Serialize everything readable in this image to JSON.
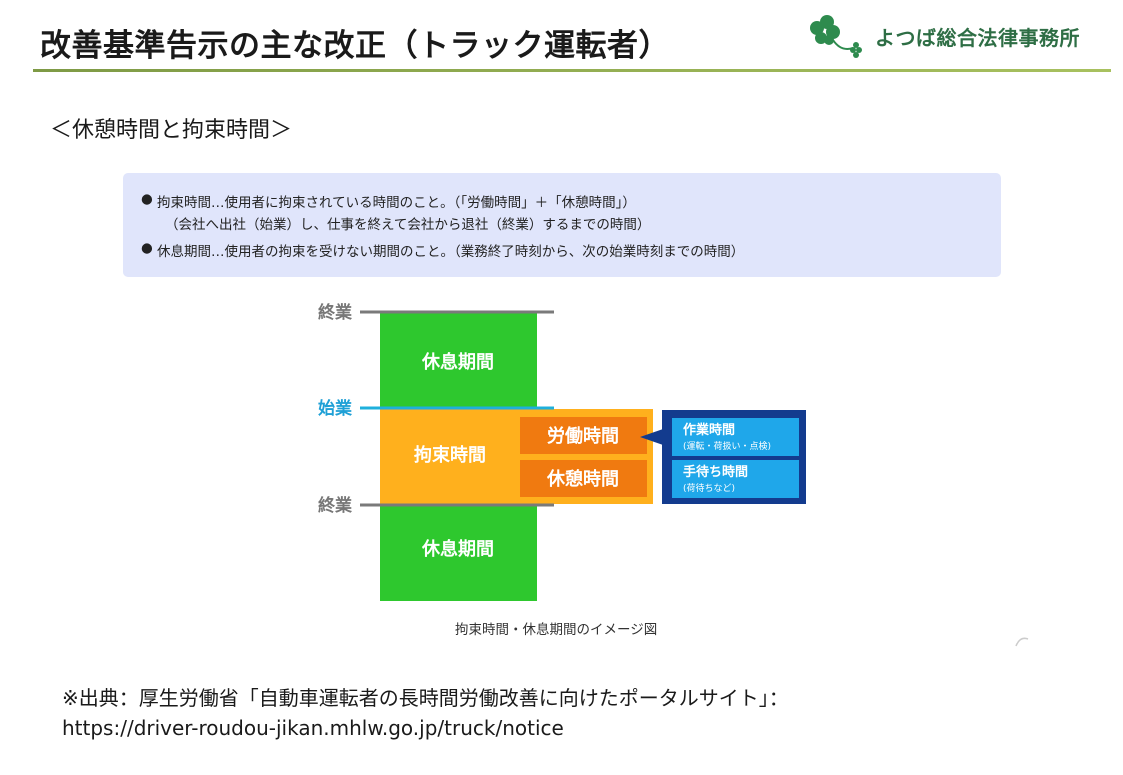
{
  "header": {
    "title": "改善基準告示の主な改正（トラック運転者）",
    "logo_text": "よつば総合法律事務所"
  },
  "section_heading": "＜休憩時間と拘束時間＞",
  "infobox": {
    "line1": "拘束時間…使用者に拘束されている時間のこと。（「労働時間」＋「休憩時間」）",
    "line2": "（会社へ出社（始業）し、仕事を終えて会社から退社（終業）するまでの時間）",
    "line3": "休息期間…使用者の拘束を受けない期間のこと。（業務終了時刻から、次の始業時刻までの時間）"
  },
  "diagram": {
    "label_end_top": "終業",
    "label_start": "始業",
    "label_end_bottom": "終業",
    "block_rest_top": "休息期間",
    "block_binding": "拘束時間",
    "block_rest_bottom": "休息期間",
    "box_labor": "労働時間",
    "box_break": "休憩時間",
    "box_work_title": "作業時間",
    "box_work_sub": "(運転・荷扱い・点検)",
    "box_wait_title": "手待ち時間",
    "box_wait_sub": "(荷待ちなど)",
    "caption": "拘束時間・休息期間のイメージ図"
  },
  "colors": {
    "green": "#2ec82e",
    "orange_light": "#ffb01d",
    "orange_dark": "#f07a10",
    "navy": "#133b8e",
    "blue_light": "#1fa7ea",
    "cyan": "#1fb0dc",
    "gray_line": "#7a7a7a"
  },
  "footer": {
    "source": "※出典：厚生労働省「自動車運転者の長時間労働改善に向けたポータルサイト」：",
    "url": "https://driver-roudou-jikan.mhlw.go.jp/truck/notice"
  }
}
